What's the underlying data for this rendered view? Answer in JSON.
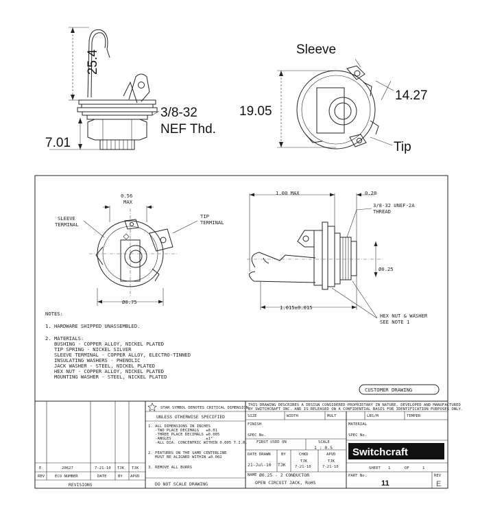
{
  "top": {
    "dim_height": "25.4",
    "thread_line1": "3/8-32",
    "thread_line2": "NEF Thd.",
    "dim_nut": "7.01",
    "sleeve": "Sleeve",
    "dim_dia": "19.05",
    "dim_width": "14.27",
    "tip": "Tip"
  },
  "front": {
    "dim_056": "0.56",
    "max": "MAX",
    "sleeve_terminal": [
      "SLEEVE",
      "TERMINAL"
    ],
    "tip_terminal": [
      "TIP",
      "TERMINAL"
    ],
    "dia_075": "Ø0.75"
  },
  "side": {
    "dim_100": "1.00 MAX",
    "dim_028": "0.28",
    "thread": [
      "3/8-32 UNEF-2A",
      "THREAD"
    ],
    "dia_025": "Ø0.25",
    "dim_1015": "1.015±0.015",
    "hex": [
      "HEX NUT & WASHER",
      "SEE NOTE 1"
    ]
  },
  "notes": [
    "NOTES:",
    "1. HARDWARE SHIPPED UNASSEMBLED.",
    "2. MATERIALS:",
    "   BUSHING - COPPER ALLOY, NICKEL PLATED",
    "   TIP SPRING - NICKEL SILVER",
    "   SLEEVE TERMINAL - COPPER ALLOY, ELECTRO-TINNED",
    "   INSULATING WASHERS - PHENOLIC",
    "   JACK WASHER - STEEL, NICKEL PLATED",
    "   HEX NUT - COPPER ALLOY, NICKEL PLATED",
    "   MOUNTING WASHER - STEEL, NICKEL PLATED"
  ],
  "customer_drawing": "CUSTOMER DRAWING",
  "title_block": {
    "star_note": "STAR SYMBOL DENOTES CRITICAL DIMENSION",
    "proprietary": [
      "THIS DRAWING DESCRIBES A DESIGN CONSIDERED PROPRIETARY IN NATURE, DEVELOPED AND MANUFACTURED",
      "BY SWITCHCRAFT INC. AND IS RELEASED ON A CONFIDENTIAL BASIS FOR IDENTIFICATION PURPOSES ONLY."
    ],
    "unless": "UNLESS OTHERWISE SPECIFIED",
    "tol": [
      "1. ALL DIMENSIONS IN INCHES",
      "   -TWO PLACE DECIMALS   ±0.01",
      "   -THREE PLACE DECIMALS ±0.005",
      "   -ANGLES               ±1°",
      "   -ALL DIA. CONCENTRIC WITHIN 0.005 T.I.R.",
      "2. FEATURES ON THE SAME CENTERLINE",
      "   MUST BE ALIGNED WITHIN ±0.002",
      "3. REMOVE ALL BURRS"
    ],
    "do_not_scale": "DO NOT SCALE DRAWING",
    "size": "SIZE",
    "width": "WIDTH",
    "mult": "MULT",
    "lbs_m": "LBS/M",
    "temper": "TEMPER",
    "finish": "FINISH",
    "spec_no": "SPEC No.",
    "material": "MATERIAL",
    "first_used_on": "FIRST USED ON",
    "scale_label": "SCALE",
    "scale_value": "1 : 0.5",
    "date_drawn": "DATE DRAWN",
    "by": "BY",
    "chkd": "CHKD",
    "apvd": "APVD",
    "date_value": "21-Jul-10",
    "by_value": "TJK",
    "chkd_value": [
      "TJK",
      "7-21-10"
    ],
    "apvd_value": [
      "TJK",
      "7-21-10"
    ],
    "logo": "Switchcraft",
    "sheet": [
      "SHEET",
      "1",
      "OF",
      "1"
    ],
    "name_label": "NAME",
    "name_line1": "Ø0.25 - 2 CONDUCTOR",
    "name_line2": "OPEN CIRCUIT JACK, RoHS",
    "part_no_label": "PART No.",
    "part_no": "11",
    "rev_label": "REV",
    "rev_value": "E"
  },
  "revisions": {
    "row": [
      "E",
      "20627",
      "7-21-10",
      "TJK",
      "TJK"
    ],
    "headers": [
      "REV",
      "ECO NUMBER",
      "DATE",
      "BY",
      "APVD"
    ],
    "title": "REVISIONS"
  }
}
